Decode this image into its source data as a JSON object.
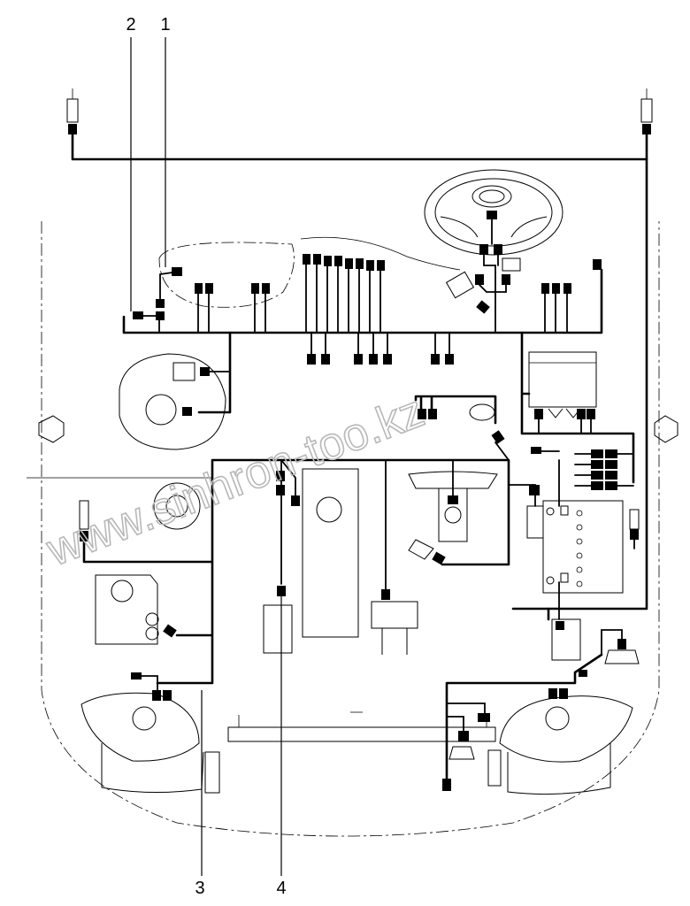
{
  "callouts": [
    {
      "id": "1",
      "label": "1"
    },
    {
      "id": "2",
      "label": "2"
    },
    {
      "id": "3",
      "label": "3"
    },
    {
      "id": "4",
      "label": "4"
    }
  ],
  "watermark": {
    "text": "www.sinhron-too.kz"
  },
  "colors": {
    "line": "#000000",
    "watermark": "#b8b8b8",
    "background": "#ffffff"
  }
}
